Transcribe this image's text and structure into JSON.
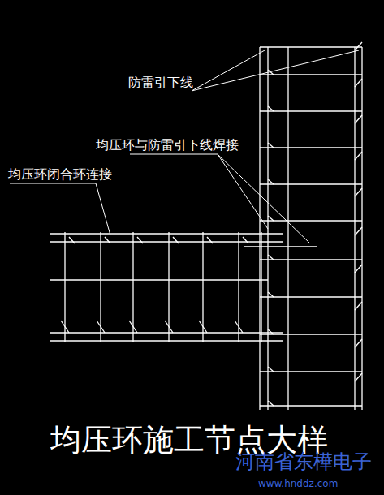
{
  "diagram": {
    "caption": "均压环施工节点大样",
    "labels": [
      "防雷引下线",
      "均压环与防雷引下线焊接",
      "均压环闭合环连接",
      "河南省东樺电子",
      "www.hnddz.com"
    ]
  }
}
